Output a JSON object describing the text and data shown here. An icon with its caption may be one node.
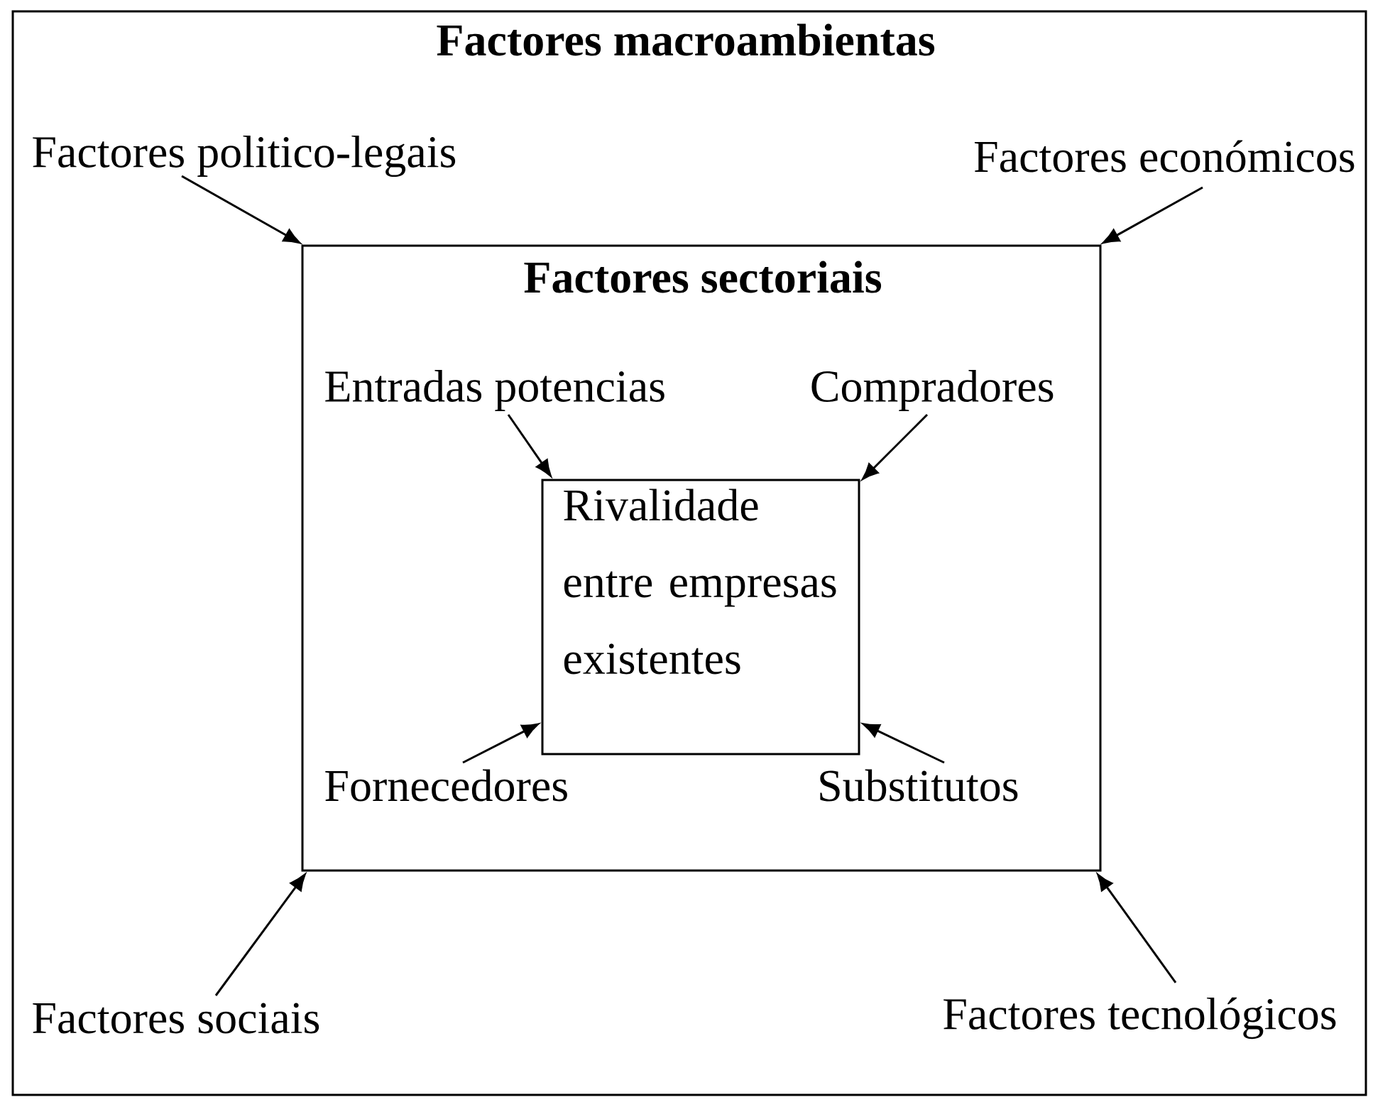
{
  "diagram": {
    "nodes": [
      {
        "text": [
          "Factores macroambientas"
        ]
      },
      {
        "text": [
          "Factores politico-legais"
        ],
        "in": 0
      },
      {
        "text": [
          "Factores económicos"
        ],
        "in": 0
      },
      {
        "text": [
          "Factores sectoriais"
        ],
        "in": 0
      },
      {
        "text": [
          "Entradas potencias"
        ],
        "in": 3
      },
      {
        "text": [
          "Compradores"
        ],
        "in": 3
      },
      {
        "text": [
          "Rivalidade entre empresas existentes"
        ],
        "in": 3
      },
      {
        "text": [
          "Fornecedores"
        ],
        "in": 3
      },
      {
        "text": [
          "Substitutos"
        ],
        "in": 3
      },
      {
        "text": [
          "Factores sociais"
        ],
        "in": 0
      },
      {
        "text": [
          "Factores tecnológicos"
        ],
        "in": 0
      }
    ],
    "edges": [
      {
        "from": 1,
        "to": 3,
        "arrow": "to"
      },
      {
        "from": 2,
        "to": 3,
        "arrow": "to"
      },
      {
        "from": 4,
        "to": 6,
        "arrow": "to"
      },
      {
        "from": 5,
        "to": 6,
        "arrow": "to"
      },
      {
        "from": 7,
        "to": 6,
        "arrow": "to"
      },
      {
        "from": 8,
        "to": 6,
        "arrow": "to"
      },
      {
        "from": 9,
        "to": 3,
        "arrow": "to"
      },
      {
        "from": 10,
        "to": 3,
        "arrow": "to"
      }
    ]
  }
}
